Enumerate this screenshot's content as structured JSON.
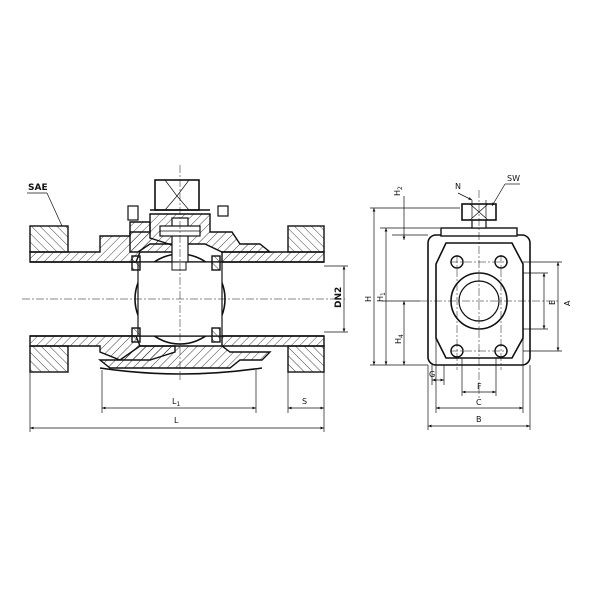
{
  "labels": {
    "sae": "SAE",
    "dn2": "DN2",
    "l1": "L",
    "l1_sub": "1",
    "l": "L",
    "s": "S",
    "n": "N",
    "sw": "SW",
    "h2": "H",
    "h2_sub": "2",
    "h": "H",
    "h1": "H",
    "h1_sub": "1",
    "h4": "H",
    "h4_sub": "4",
    "a": "A",
    "e": "E",
    "g": "G",
    "f": "F",
    "c": "C",
    "b": "B"
  },
  "colors": {
    "ink": "#111111",
    "paper": "#ffffff"
  }
}
